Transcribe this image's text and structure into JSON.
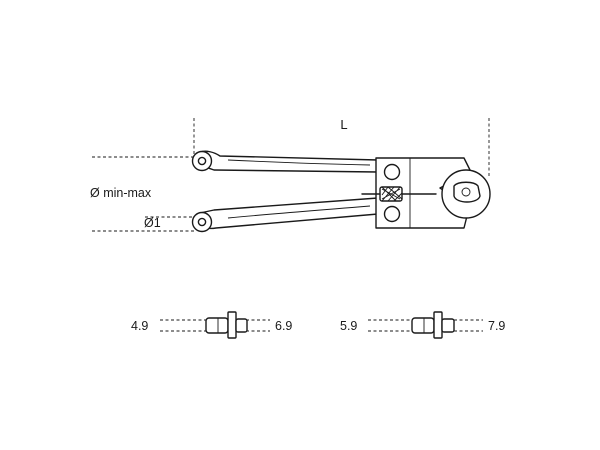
{
  "diagram": {
    "labels": {
      "length": "L",
      "diameter_range": "Ø min-max",
      "pin_diameter": "Ø1"
    },
    "pins": [
      {
        "left": "4.9",
        "right": "6.9"
      },
      {
        "left": "5.9",
        "right": "7.9"
      }
    ]
  }
}
